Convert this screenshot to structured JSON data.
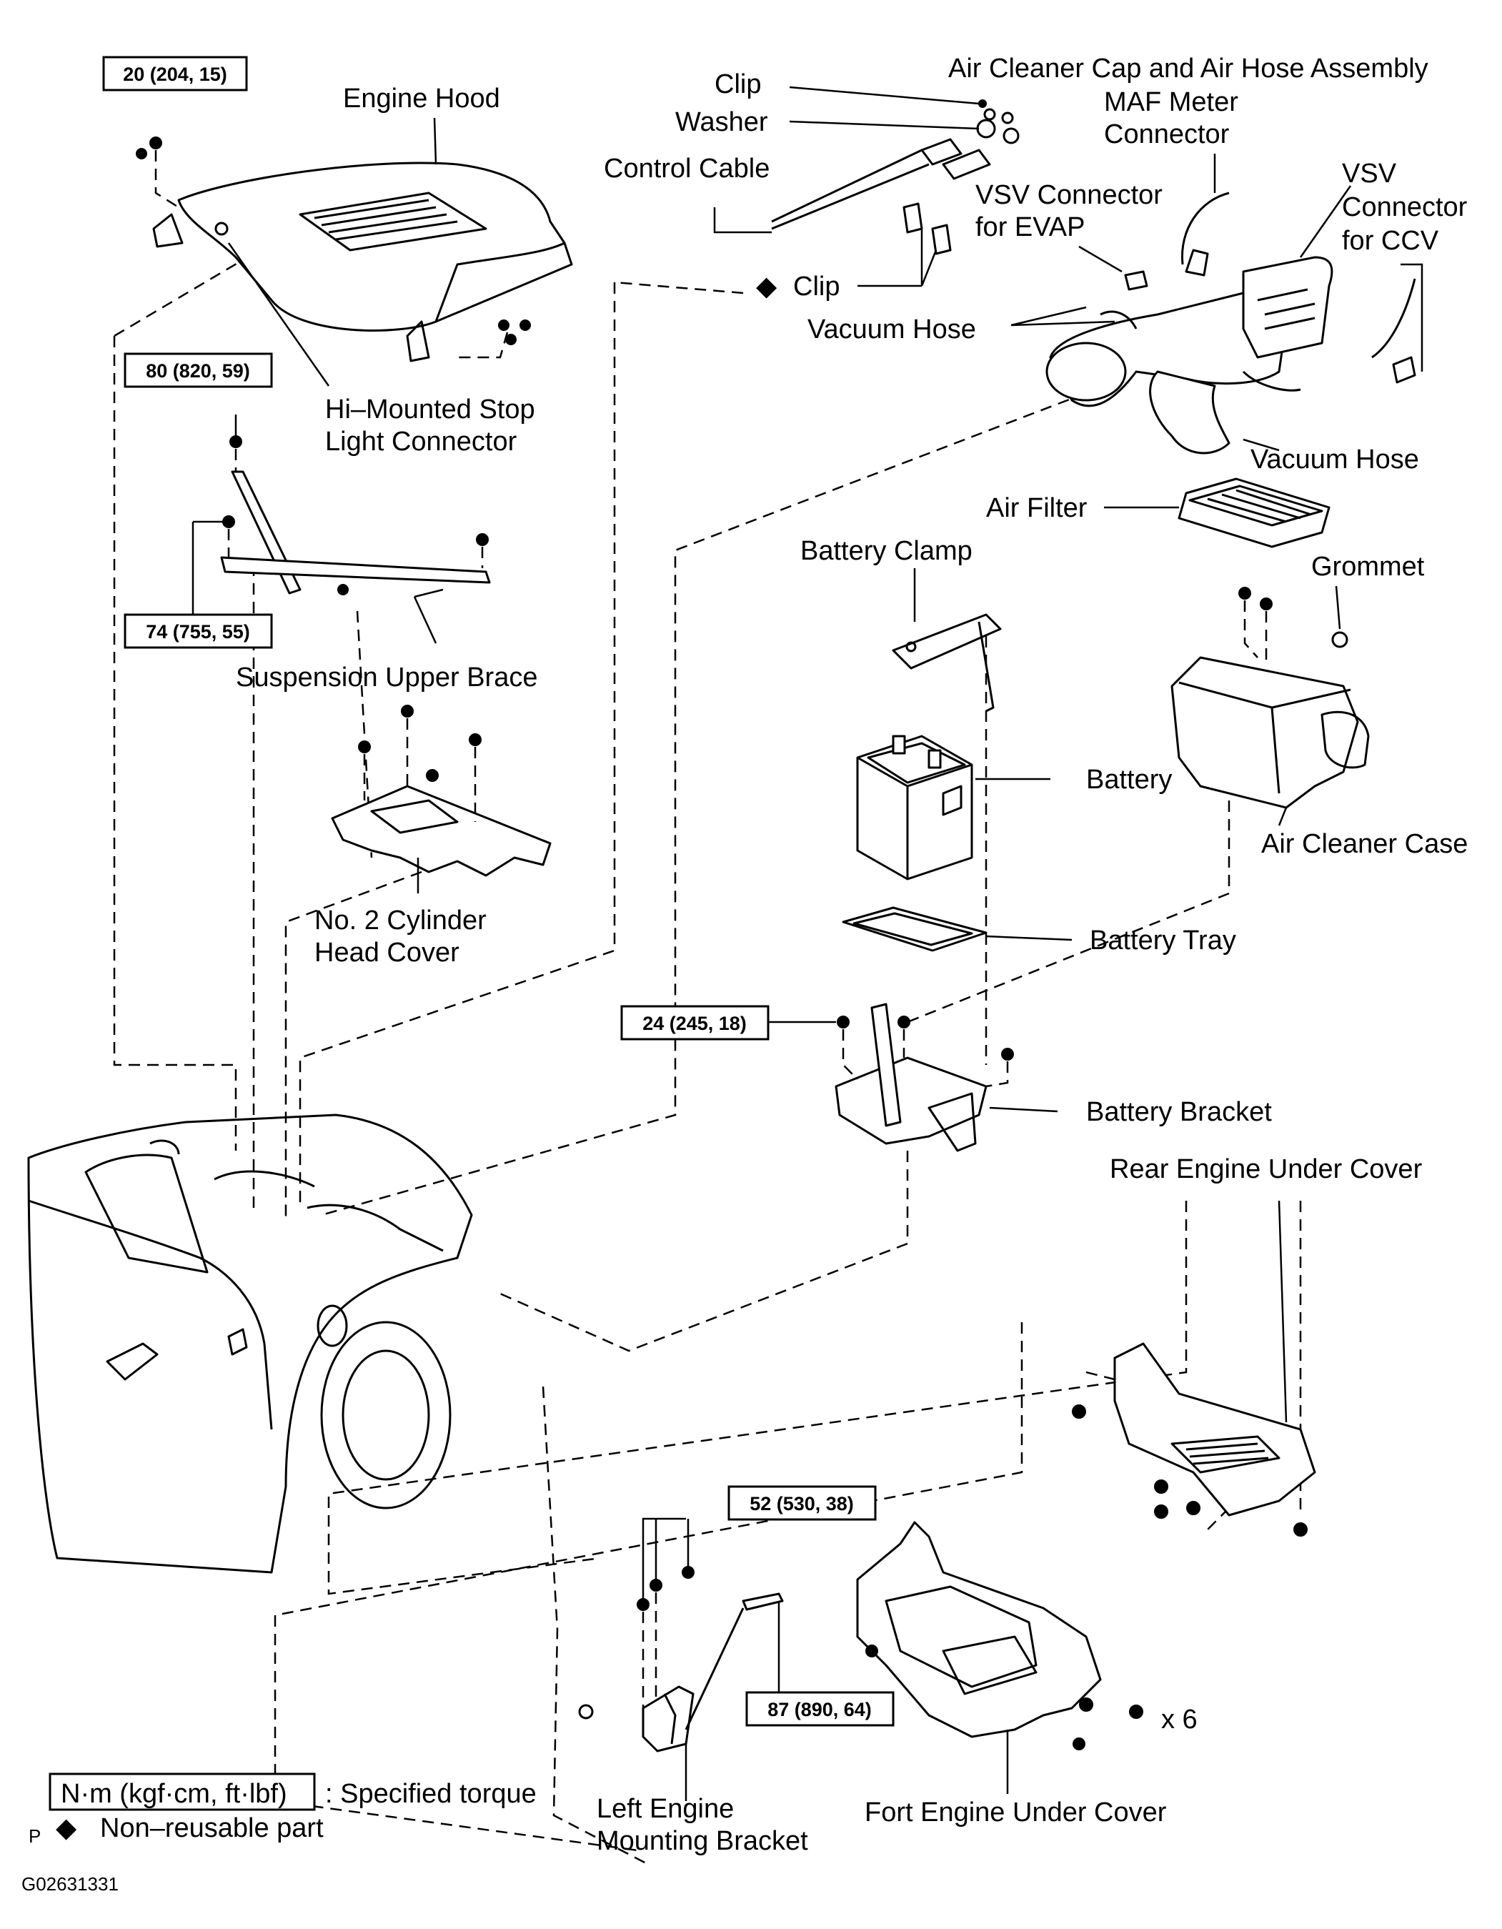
{
  "labels": {
    "engine_hood": "Engine Hood",
    "hi_mounted_stop_1": "Hi–Mounted Stop",
    "hi_mounted_stop_2": "Light Connector",
    "suspension_upper_brace": "Suspension Upper Brace",
    "cyl_head_cover_1": "No. 2 Cylinder",
    "cyl_head_cover_2": "Head Cover",
    "clip_top": "Clip",
    "washer": "Washer",
    "control_cable": "Control Cable",
    "clip_nonreusable": "Clip",
    "vacuum_hose_1": "Vacuum Hose",
    "vacuum_hose_2": "Vacuum Hose",
    "air_cleaner_cap": "Air Cleaner Cap and Air Hose Assembly",
    "maf_1": "MAF Meter",
    "maf_2": "Connector",
    "vsv_evap_1": "VSV Connector",
    "vsv_evap_2": "for EVAP",
    "vsv_ccv_1": "VSV",
    "vsv_ccv_2": "Connector",
    "vsv_ccv_3": "for CCV",
    "air_filter": "Air Filter",
    "battery_clamp": "Battery Clamp",
    "grommet": "Grommet",
    "battery": "Battery",
    "air_cleaner_case": "Air Cleaner Case",
    "battery_tray": "Battery Tray",
    "battery_bracket": "Battery Bracket",
    "rear_engine_under_cover": "Rear Engine Under Cover",
    "left_engine_bracket_1": "Left Engine",
    "left_engine_bracket_2": "Mounting Bracket",
    "front_engine_under_cover": "Fort Engine Under Cover",
    "times_six": "x 6"
  },
  "torques": {
    "hood_bolt": "20 (204, 15)",
    "brace_nut": "80 (820, 59)",
    "brace_bolt": "74 (755, 55)",
    "battery_bracket_bolt": "24 (245, 18)",
    "mounting_bracket_bolt": "52 (530, 38)",
    "mounting_through_bolt": "87 (890, 64)"
  },
  "legend": {
    "unit_box": "N·m (kgf·cm, ft·lbf)",
    "unit_desc": ": Specified torque",
    "marker_letter": "P",
    "nonreusable_desc": "Non–reusable part",
    "diamond_symbol": "◆"
  },
  "figure_code": "G02631331"
}
